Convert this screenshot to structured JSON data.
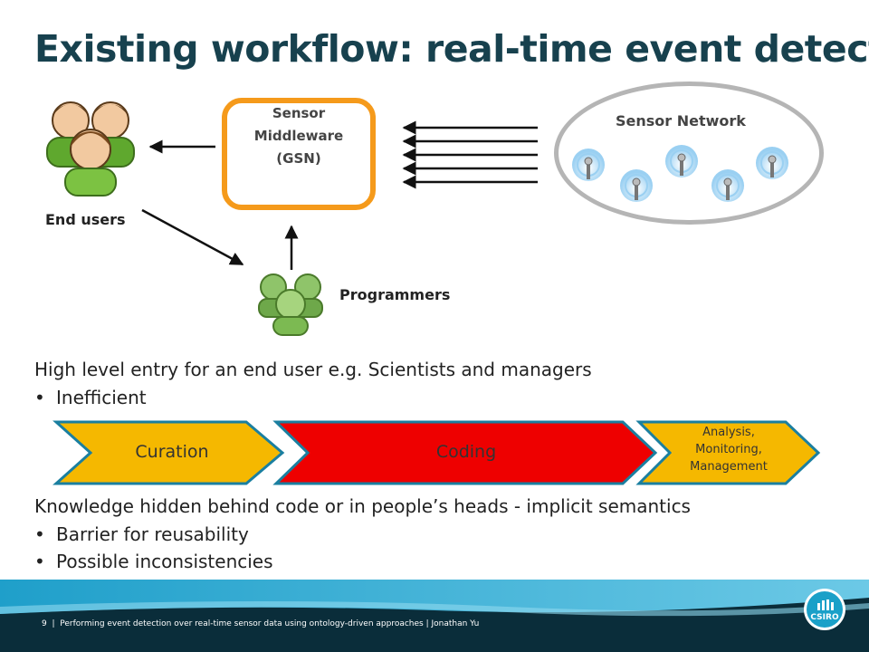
{
  "slide": {
    "title": "Existing workflow: real-time event detection",
    "diagram": {
      "end_users_label": "End users",
      "programmers_label": "Programmers",
      "middleware_lines": [
        "Sensor",
        "Middleware",
        "(GSN)"
      ],
      "network_label": "Sensor Network"
    },
    "body": {
      "entry_line": "High level entry for an end user e.g. Scientists and managers",
      "bullets1": [
        "Inefficient"
      ],
      "knowledge_line": "Knowledge hidden behind code or in people’s heads - implicit semantics",
      "bullets2": [
        "Barrier for reusability",
        "Possible inconsistencies"
      ]
    },
    "pipeline": {
      "curation": "Curation",
      "coding": "Coding",
      "analysis_lines": [
        "Analysis,",
        "Monitoring,",
        "Management"
      ]
    },
    "footer": {
      "page": "9",
      "separator": "|",
      "text": "Performing event detection over real-time sensor data using ontology-driven approaches | Jonathan Yu",
      "logo": "CSIRO"
    },
    "colors": {
      "title": "#17414e",
      "middleware_border": "#f59a1b",
      "curation": "#f5b800",
      "coding": "#ee0000",
      "chevron_border": "#1a7fa0",
      "footer": "#0a2d3a"
    }
  }
}
